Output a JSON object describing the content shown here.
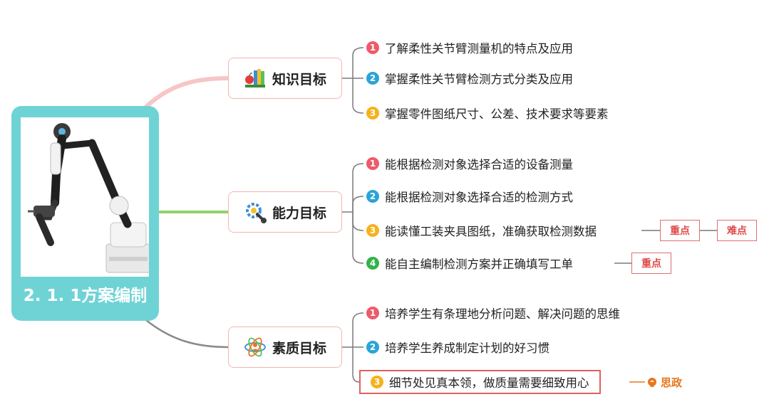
{
  "root": {
    "title": "2. 1. 1方案编制",
    "image": "portable-articulated-arm-cmm-icon"
  },
  "branches": [
    {
      "label": "知识目标",
      "icon": "books-apple-icon",
      "items": [
        {
          "num": "1",
          "text": "了解柔性关节臂测量机的特点及应用"
        },
        {
          "num": "2",
          "text": "掌握柔性关节臂检测方式分类及应用"
        },
        {
          "num": "3",
          "text": "掌握零件图纸尺寸、公差、技术要求等要素"
        }
      ]
    },
    {
      "label": "能力目标",
      "icon": "gear-wrench-icon",
      "items": [
        {
          "num": "1",
          "text": "能根据检测对象选择合适的设备测量"
        },
        {
          "num": "2",
          "text": "能根据检测对象选择合适的检测方式"
        },
        {
          "num": "3",
          "text": "能读懂工装夹具图纸，准确获取检测数据",
          "tags": [
            "重点",
            "难点"
          ]
        },
        {
          "num": "4",
          "text": "能自主编制检测方案并正确填写工单",
          "tags": [
            "重点"
          ]
        }
      ]
    },
    {
      "label": "素质目标",
      "icon": "atom-person-icon",
      "items": [
        {
          "num": "1",
          "text": "培养学生有条理地分析问题、解决问题的思维"
        },
        {
          "num": "2",
          "text": "培养学生养成制定计划的好习惯"
        },
        {
          "num": "3",
          "text": "细节处见真本领，做质量需要细致用心",
          "civic": "思政"
        }
      ]
    }
  ],
  "colors": {
    "root_bg": "#6fd3d6",
    "branch1_line": "#f7c6c6",
    "branch2_line": "#8fd36a",
    "branch3_line": "#9a9a9a",
    "node_border": "#f1b7b0",
    "tag_red": "#e04848",
    "civic_orange": "#e8761d"
  }
}
